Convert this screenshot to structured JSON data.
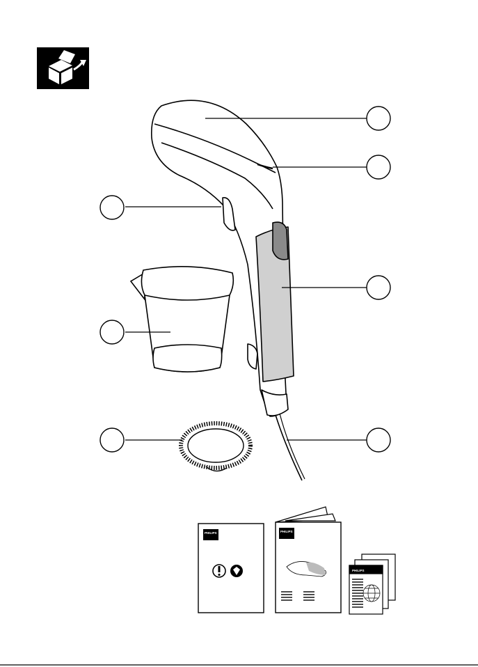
{
  "diagram": {
    "unboxing_icon": "box-open-arrow-icon",
    "parts": [
      {
        "id": "steam-head",
        "icon": "callout-circle"
      },
      {
        "id": "indicator-light",
        "icon": "callout-circle"
      },
      {
        "id": "trigger",
        "icon": "callout-circle"
      },
      {
        "id": "grip-panel",
        "icon": "callout-circle"
      },
      {
        "id": "water-cup",
        "icon": "callout-circle"
      },
      {
        "id": "brush-attachment",
        "icon": "callout-circle"
      },
      {
        "id": "power-cord",
        "icon": "callout-circle"
      }
    ],
    "documents": [
      {
        "brand": "PHILIPS",
        "kind": "safety-leaflet"
      },
      {
        "brand": "PHILIPS",
        "kind": "user-manual"
      },
      {
        "brand": "PHILIPS",
        "kind": "warranty-leaflets"
      }
    ],
    "colors": {
      "ink": "#000000",
      "grip": "#d0d0d0",
      "button": "#8a8a8a",
      "paper": "#ffffff"
    }
  }
}
